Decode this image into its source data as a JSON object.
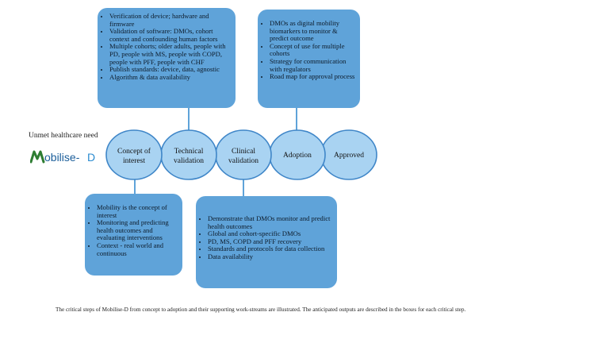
{
  "box_top_left": {
    "items": [
      "Verification of device; hardware and firmware",
      "Validation of software: DMOs, cohort context and confounding human factors",
      "Multiple cohorts; older adults, people with PD, people with MS, people with COPD, people with PFF, people with CHF",
      "Publish standards: device, data, agnostic",
      "Algorithm & data availability"
    ]
  },
  "box_top_right": {
    "items": [
      "DMOs as digital mobility biomarkers to monitor & predict outcome",
      "Concept of use for multiple cohorts",
      "Strategy for communication with regulators",
      "Road map for approval process"
    ]
  },
  "box_bottom_left": {
    "items": [
      "Mobility is the concept of interest",
      "Monitoring and predicting health outcomes and evaluating interventions",
      "Context - real world and continuous"
    ]
  },
  "box_bottom_right": {
    "items": [
      "Demonstrate that DMOs monitor and predict health outcomes",
      "Global and cohort-specific DMOs",
      "PD, MS, COPD and PFF recovery",
      "Standards and protocols for data collection",
      "Data availability"
    ]
  },
  "steps": [
    {
      "line1": "Concept of",
      "line2": "interest"
    },
    {
      "line1": "Technical",
      "line2": "validation"
    },
    {
      "line1": "Clinical",
      "line2": "validation"
    },
    {
      "line1": "Adoption",
      "line2": ""
    },
    {
      "line1": "Approved",
      "line2": ""
    }
  ],
  "unmet_label": "Unmet healthcare need",
  "logo": {
    "text": "Mobilise-D",
    "colors": {
      "m": "#2e7d32",
      "obilise": "#1b5e9a",
      "dash_d": "#2a8bd0"
    }
  },
  "caption": "The critical steps of Mobilise-D from concept to adoption and their supporting work-streams are illustrated. The anticipated outputs are described in the boxes for each critical step.",
  "colors": {
    "box": "#5fa3d9",
    "ellipse_fill": "#a9d3f2",
    "ellipse_stroke": "#3f86c8"
  }
}
